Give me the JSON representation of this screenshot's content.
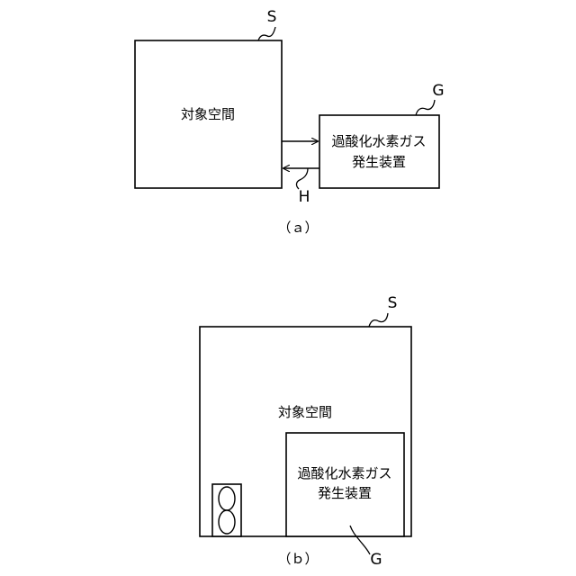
{
  "figure_a": {
    "caption": "（ａ）",
    "space_label": "対象空間",
    "space_ref": "S",
    "generator_label_line1": "過酸化水素ガス",
    "generator_label_line2": "発生装置",
    "generator_ref": "G",
    "return_ref": "H"
  },
  "figure_b": {
    "caption": "（ｂ）",
    "space_label": "対象空間",
    "space_ref": "S",
    "generator_label_line1": "過酸化水素ガス",
    "generator_label_line2": "発生装置",
    "generator_ref": "G"
  },
  "colors": {
    "stroke": "#000000",
    "background": "#ffffff"
  }
}
